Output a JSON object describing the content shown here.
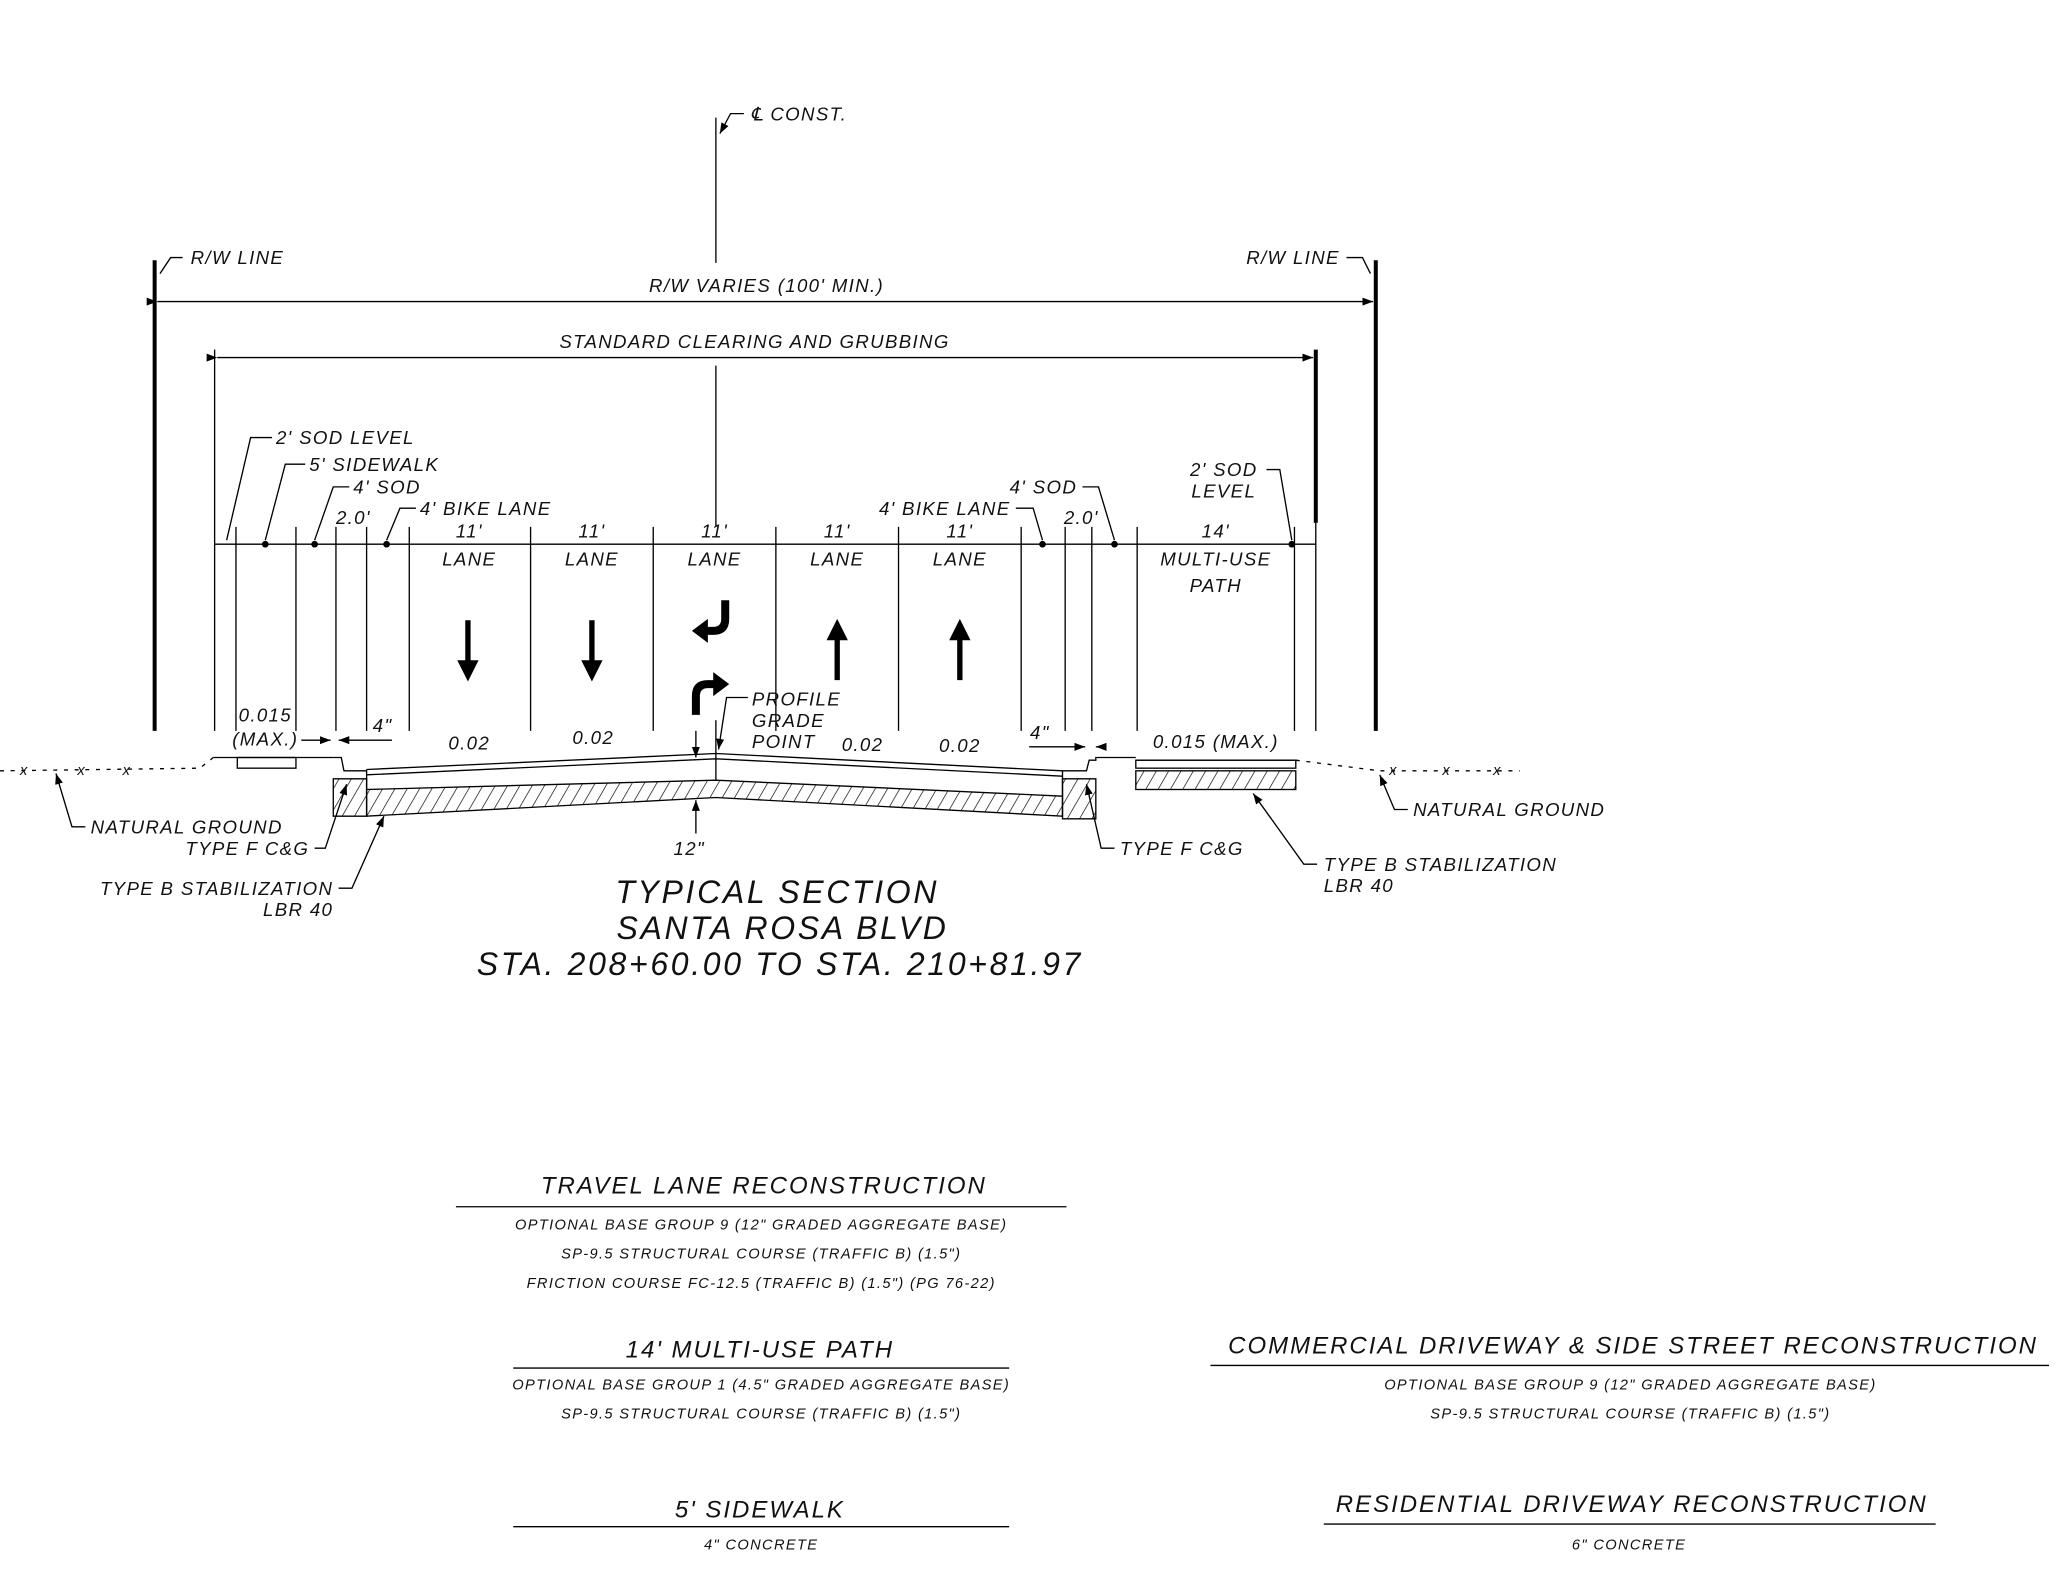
{
  "centerline": {
    "label": "℄ CONST."
  },
  "right_of_way": {
    "left_label": "R/W LINE",
    "right_label": "R/W LINE",
    "width_label": "R/W VARIES (100' MIN.)"
  },
  "clearing": {
    "label": "STANDARD CLEARING AND GRUBBING"
  },
  "dimensions": {
    "left_sod": "2' SOD LEVEL",
    "left_sidewalk": "5' SIDEWALK",
    "left_sod4": "4' SOD",
    "left_offset": "2.0'",
    "left_bike": "4' BIKE LANE",
    "lanes": [
      {
        "width": "11'",
        "label": "LANE"
      },
      {
        "width": "11'",
        "label": "LANE"
      },
      {
        "width": "11'",
        "label": "LANE"
      },
      {
        "width": "11'",
        "label": "LANE"
      },
      {
        "width": "11'",
        "label": "LANE"
      }
    ],
    "right_bike": "4' BIKE LANE",
    "right_sod4": "4' SOD",
    "right_offset": "2.0'",
    "path_width": "14'",
    "path_label_1": "MULTI-USE",
    "path_label_2": "PATH",
    "right_sod_1": "2' SOD",
    "right_sod_2": "LEVEL"
  },
  "section": {
    "left_slope_1": "0.015",
    "left_slope_2": "(MAX.)",
    "left_curb_offset": "4\"",
    "slopes": [
      "0.02",
      "0.02",
      "0.02",
      "0.02"
    ],
    "right_curb_offset": "4\"",
    "right_slope": "0.015 (MAX.)",
    "pgp_1": "PROFILE",
    "pgp_2": "GRADE",
    "pgp_3": "POINT",
    "base_depth": "12\"",
    "left_natural_ground": "NATURAL GROUND",
    "left_curb": "TYPE F C&G",
    "left_stab_1": "TYPE B STABILIZATION",
    "left_stab_2": "LBR 40",
    "right_curb": "TYPE F C&G",
    "right_stab_1": "TYPE B STABILIZATION",
    "right_stab_2": "LBR 40",
    "right_natural_ground": "NATURAL GROUND"
  },
  "title": {
    "line1": "TYPICAL SECTION",
    "line2": "SANTA ROSA BLVD",
    "line3": "STA. 208+60.00 TO STA. 210+81.97"
  },
  "notes": {
    "travel_lane": {
      "heading": "TRAVEL LANE RECONSTRUCTION",
      "lines": [
        "OPTIONAL BASE GROUP 9 (12\" GRADED AGGREGATE BASE)",
        "SP-9.5 STRUCTURAL COURSE (TRAFFIC B) (1.5\")",
        "FRICTION COURSE FC-12.5 (TRAFFIC B) (1.5\") (PG 76-22)"
      ]
    },
    "multi_use": {
      "heading": "14' MULTI-USE PATH",
      "lines": [
        "OPTIONAL BASE GROUP 1 (4.5\" GRADED AGGREGATE BASE)",
        "SP-9.5 STRUCTURAL COURSE (TRAFFIC B) (1.5\")"
      ]
    },
    "sidewalk": {
      "heading": "5' SIDEWALK",
      "lines": [
        "4\" CONCRETE"
      ]
    },
    "commercial": {
      "heading": "COMMERCIAL DRIVEWAY & SIDE STREET RECONSTRUCTION",
      "lines": [
        "OPTIONAL BASE GROUP 9 (12\" GRADED AGGREGATE BASE)",
        "SP-9.5 STRUCTURAL COURSE (TRAFFIC B) (1.5\")"
      ]
    },
    "residential": {
      "heading": "RESIDENTIAL DRIVEWAY RECONSTRUCTION",
      "lines": [
        "6\" CONCRETE"
      ]
    }
  }
}
